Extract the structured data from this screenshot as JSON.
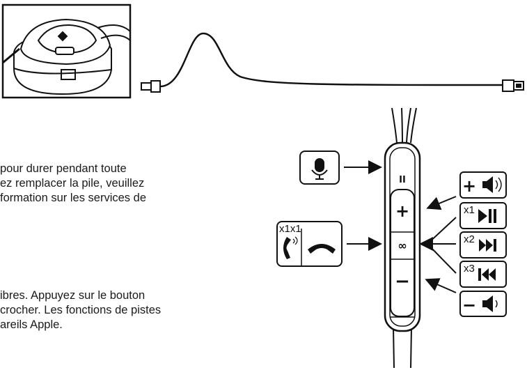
{
  "paragraph_1": [
    "pour durer pendant toute",
    "ez remplacer la pile, veuillez",
    "formation sur les services de"
  ],
  "paragraph_2": [
    "ibres. Appuyez sur le bouton",
    "crocher. Les fonctions de pistes",
    "areils Apple."
  ],
  "remote": {
    "plus_symbol": "+",
    "minus_symbol": "−",
    "center_symbol": "∞",
    "top_mark": "II"
  },
  "callouts": {
    "call_box_label": "x1x1",
    "volume_up_plus": "+",
    "volume_down_minus": "−",
    "play_pause_count": "x1",
    "next_track_count": "x2",
    "previous_track_count": "x3"
  },
  "icons": {
    "microphone": "microphone-icon",
    "phone_answer": "phone-answer-icon",
    "phone_hangup": "phone-hangup-icon",
    "speaker": "speaker-icon",
    "play_pause": "play-pause-icon",
    "next_track": "next-track-icon",
    "previous_track": "previous-track-icon",
    "usb_plug": "usb-plug-icon",
    "headphone": "headphone-icon"
  },
  "colors": {
    "line": "#111111",
    "background": "#ffffff"
  }
}
